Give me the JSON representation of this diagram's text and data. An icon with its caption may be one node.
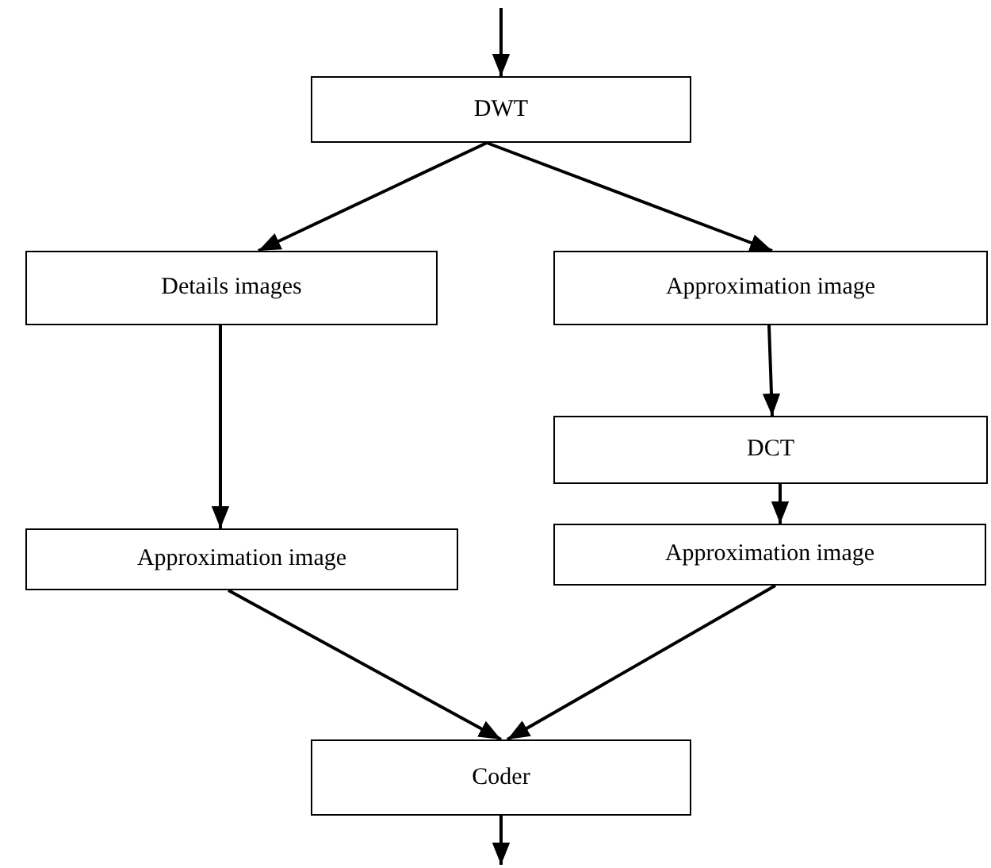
{
  "diagram": {
    "nodes": [
      {
        "text": [
          "DWT"
        ]
      },
      {
        "text": [
          "Details images"
        ]
      },
      {
        "text": [
          "Approximation image"
        ]
      },
      {
        "text": [
          "DCT"
        ]
      },
      {
        "text": [
          "Approximation image"
        ]
      },
      {
        "text": [
          "Approximation image"
        ]
      },
      {
        "text": [
          "Coder"
        ]
      }
    ],
    "edges": [
      {
        "from": null,
        "to": 0,
        "arrow": "to"
      },
      {
        "from": 0,
        "to": 1,
        "arrow": "to"
      },
      {
        "from": 0,
        "to": 2,
        "arrow": "to"
      },
      {
        "from": 1,
        "to": 4,
        "arrow": "to"
      },
      {
        "from": 2,
        "to": 3,
        "arrow": "to"
      },
      {
        "from": 3,
        "to": 5,
        "arrow": "to"
      },
      {
        "from": 4,
        "to": 6,
        "arrow": "to"
      },
      {
        "from": 5,
        "to": 6,
        "arrow": "to"
      },
      {
        "from": 6,
        "to": null,
        "arrow": "to"
      }
    ]
  }
}
